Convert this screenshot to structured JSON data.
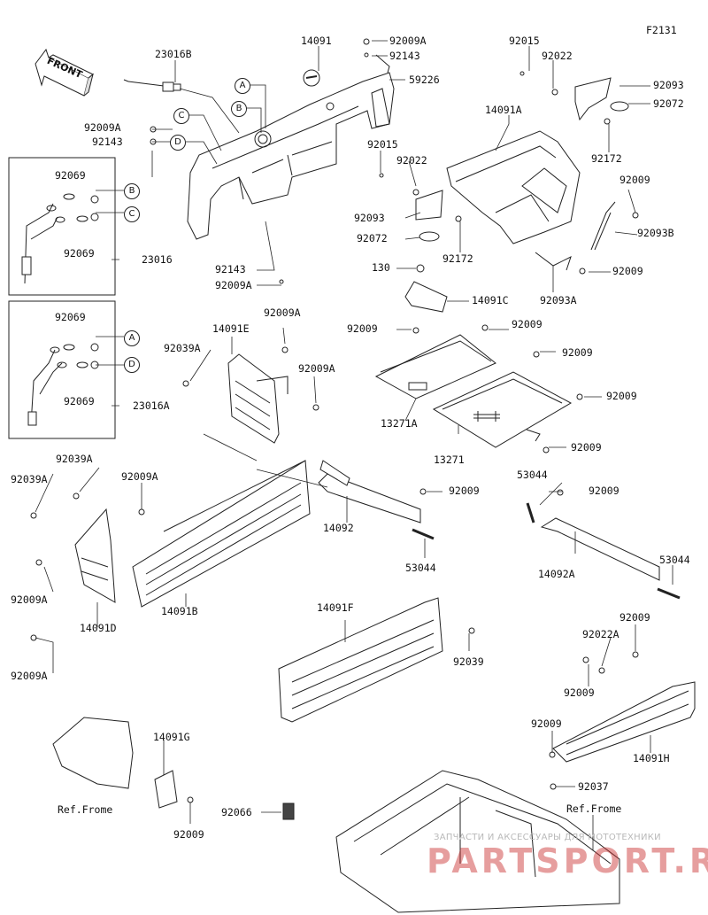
{
  "diagram_code": "F2131",
  "front_arrow": "FRONT",
  "callouts": {
    "a": "A",
    "b": "B",
    "c": "C",
    "d": "D"
  },
  "watermark": {
    "line1": "ЗАПЧАСТИ И АКСЕССУАРЫ ДЛЯ МОТОТЕХНИКИ",
    "line2": "PARTSPORT.RU"
  },
  "labels": {
    "p23016B": "23016B",
    "p14091_top": "14091",
    "p92009A_top": "92009A",
    "p92143_top": "92143",
    "p59226": "59226",
    "p92009A_left": "92009A",
    "p92143_left": "92143",
    "p92069_1": "92069",
    "p92069_2": "92069",
    "p23016": "23016",
    "p92069_3": "92069",
    "p92069_4": "92069",
    "p23016A": "23016A",
    "p92143_mid": "92143",
    "p92009A_mid": "92009A",
    "p92015_r": "92015",
    "p92022_r": "92022",
    "p92093_r": "92093",
    "p92072_r": "92072",
    "p92172_r": "92172",
    "p14091A": "14091A",
    "p92015_c": "92015",
    "p92022_c": "92022",
    "p92093_c": "92093",
    "p92072_c": "92072",
    "p92172_c": "92172",
    "p92009_r1": "92009",
    "p92093B": "92093B",
    "p92009_r2": "92009",
    "p92093A": "92093A",
    "p130": "130",
    "p14091C": "14091C",
    "p92009_c1": "92009",
    "p92009_c2": "92009",
    "p92009_c3": "92009",
    "p92009_c4": "92009",
    "p92009_c5": "92009",
    "p13271A": "13271A",
    "p13271": "13271",
    "p14091E": "14091E",
    "p92009A_e1": "92009A",
    "p92039A_e": "92039A",
    "p92009A_e2": "92009A",
    "p92039A_d1": "92039A",
    "p92039A_d2": "92039A",
    "p92009A_b": "92009A",
    "p92009A_d1": "92009A",
    "p14091D": "14091D",
    "p92009A_d2": "92009A",
    "p14091B": "14091B",
    "p92009_92": "92009",
    "p14092": "14092",
    "p53044_1": "53044",
    "p53044_2": "53044",
    "p92009_92a": "92009",
    "p14092A": "14092A",
    "p53044_3": "53044",
    "p14091F": "14091F",
    "p92039": "92039",
    "p92009_h1": "92009",
    "p92022A": "92022A",
    "p92009_h2": "92009",
    "p92009_h3": "92009",
    "p14091H": "14091H",
    "p14091G": "14091G",
    "p_ref_frame_1": "Ref.Frome",
    "p92009_g": "92009",
    "p92066": "92066",
    "p92037": "92037",
    "p_ref_frame_2": "Ref.Frome"
  }
}
